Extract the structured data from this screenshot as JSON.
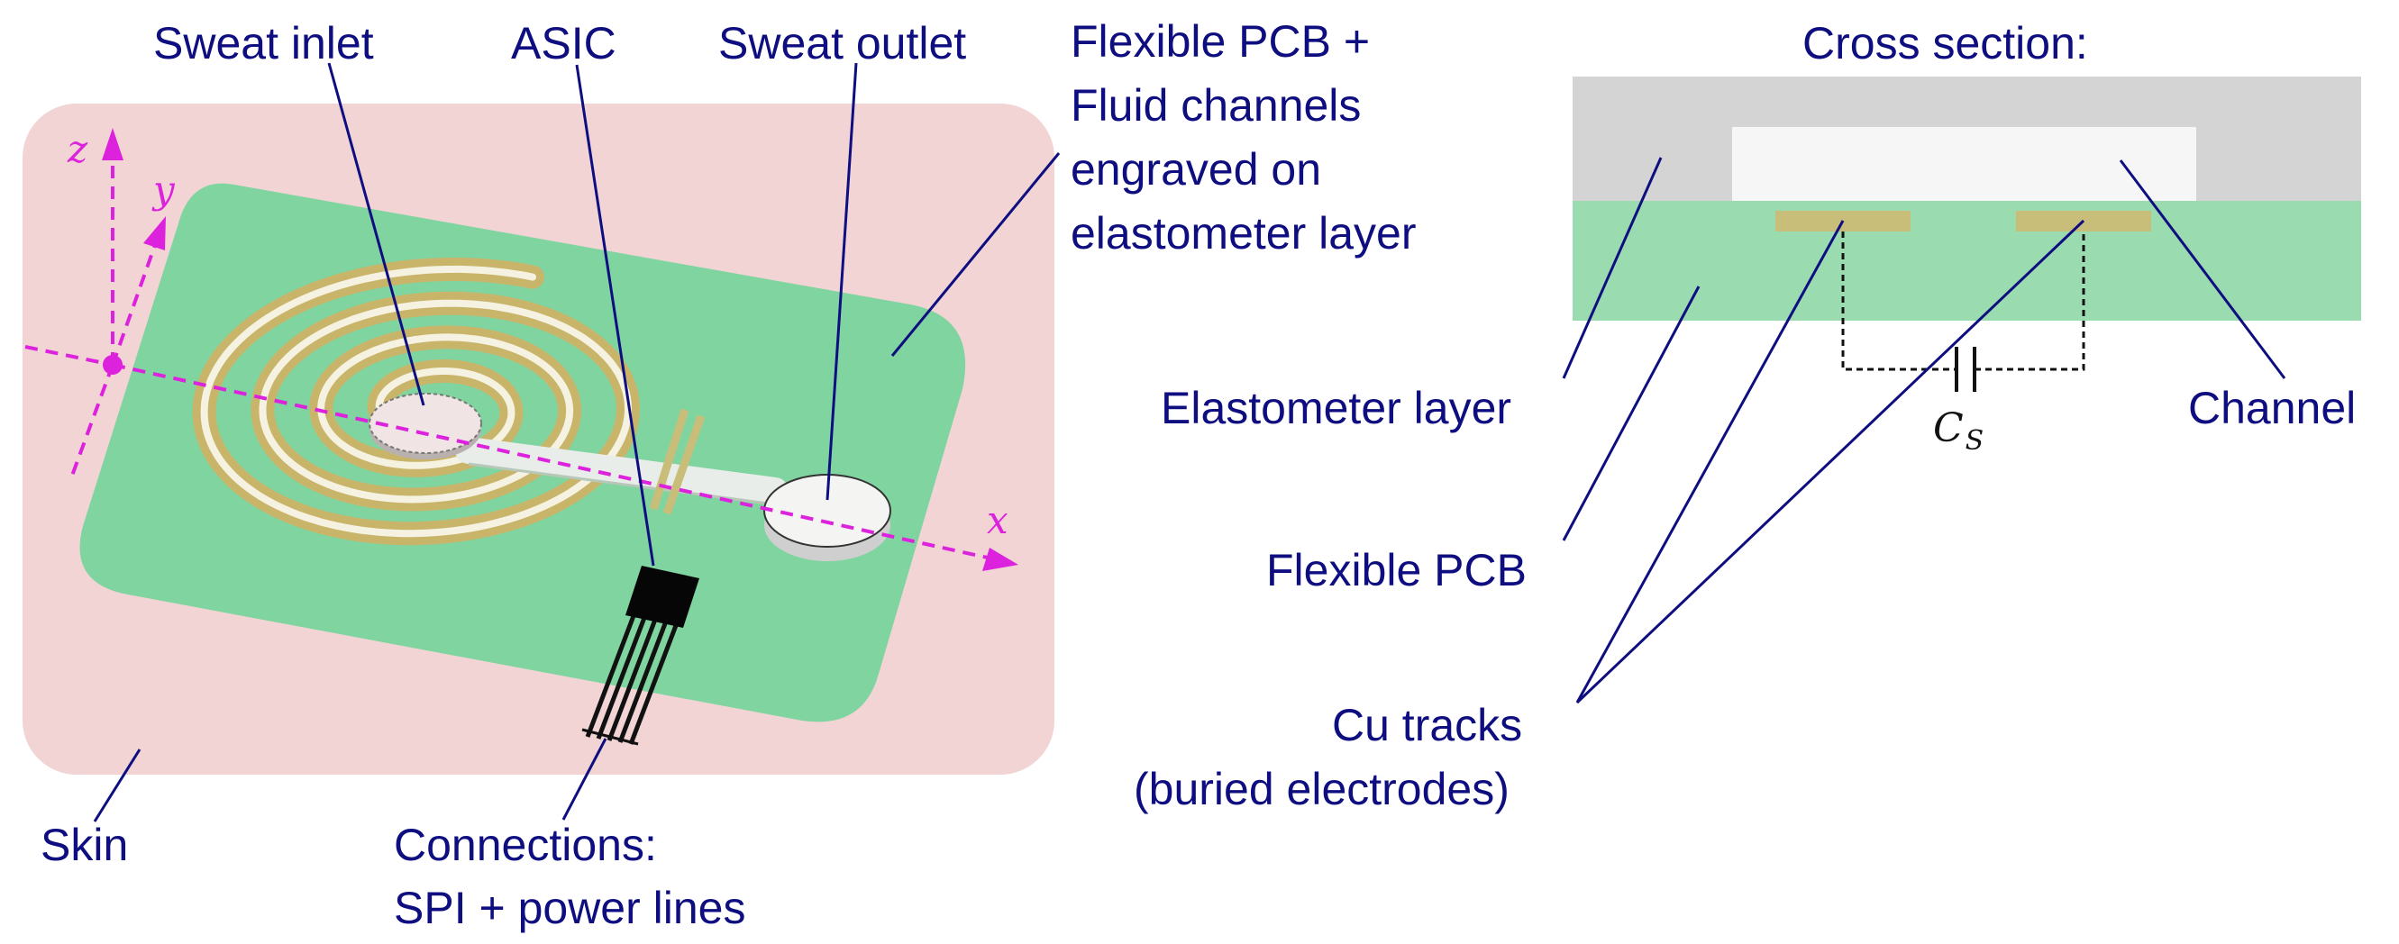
{
  "labels": {
    "sweat_inlet": "Sweat inlet",
    "asic": "ASIC",
    "sweat_outlet": "Sweat outlet",
    "pcb_line1": "Flexible PCB +",
    "pcb_line2": "Fluid channels",
    "pcb_line3": "engraved on",
    "pcb_line4": "elastometer layer",
    "skin": "Skin",
    "connections_line1": "Connections:",
    "connections_line2": "SPI + power lines",
    "cross_section": "Cross section:",
    "elastometer_layer": "Elastometer layer",
    "channel": "Channel",
    "flexible_pcb": "Flexible PCB",
    "cu_tracks_line1": "Cu tracks",
    "cu_tracks_line2": "(buried electrodes)",
    "capacitor_main": "C",
    "capacitor_sub": "S"
  },
  "axes": {
    "x": "x",
    "y": "y",
    "z": "z"
  },
  "colors": {
    "skin": "#f2d4d4",
    "pcb_green": "#80d4a0",
    "pcb_green_light": "#9adcb0",
    "elastomer_gray": "#d4d4d4",
    "channel_white": "#f6f6f6",
    "copper_track": "#c9bd7a",
    "label_navy": "#0e0e80",
    "axis_magenta": "#dd22dd"
  }
}
